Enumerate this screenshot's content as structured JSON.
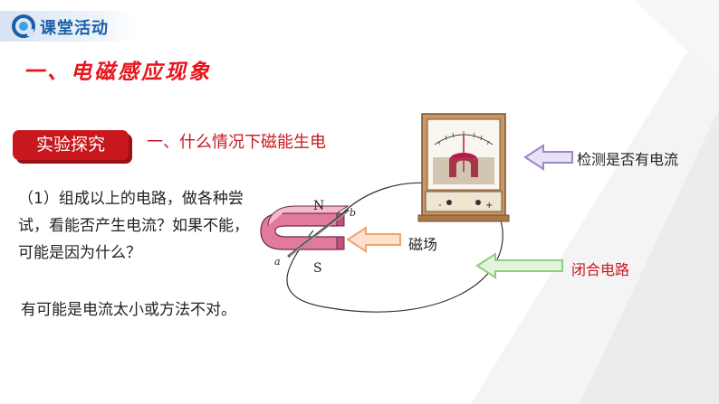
{
  "header": {
    "title": "课堂活动"
  },
  "section": {
    "title": "一、电磁感应现象"
  },
  "tag": {
    "label": "实验探究"
  },
  "question": "一、什么情况下磁能生电",
  "paragraph": "（1）组成以上的电路，做各种尝试，看能否产生电流？如果不能，可能是因为什么？",
  "answer": "有可能是电流太小或方法不对。",
  "diagram": {
    "north_label": "N",
    "south_label": "S",
    "wire_a": "a",
    "wire_b": "b",
    "terminal_minus": "-",
    "terminal_plus": "+",
    "callouts": {
      "detect_current": "检测是否有电流",
      "magnetic_field": "磁场",
      "closed_circuit": "闭合电路"
    }
  },
  "colors": {
    "accent_red": "#c8181e",
    "brand_blue": "#1b5fa8",
    "arrow_purple": "#9b86c9",
    "arrow_orange": "#f2a36a",
    "arrow_green": "#8ed07a"
  }
}
